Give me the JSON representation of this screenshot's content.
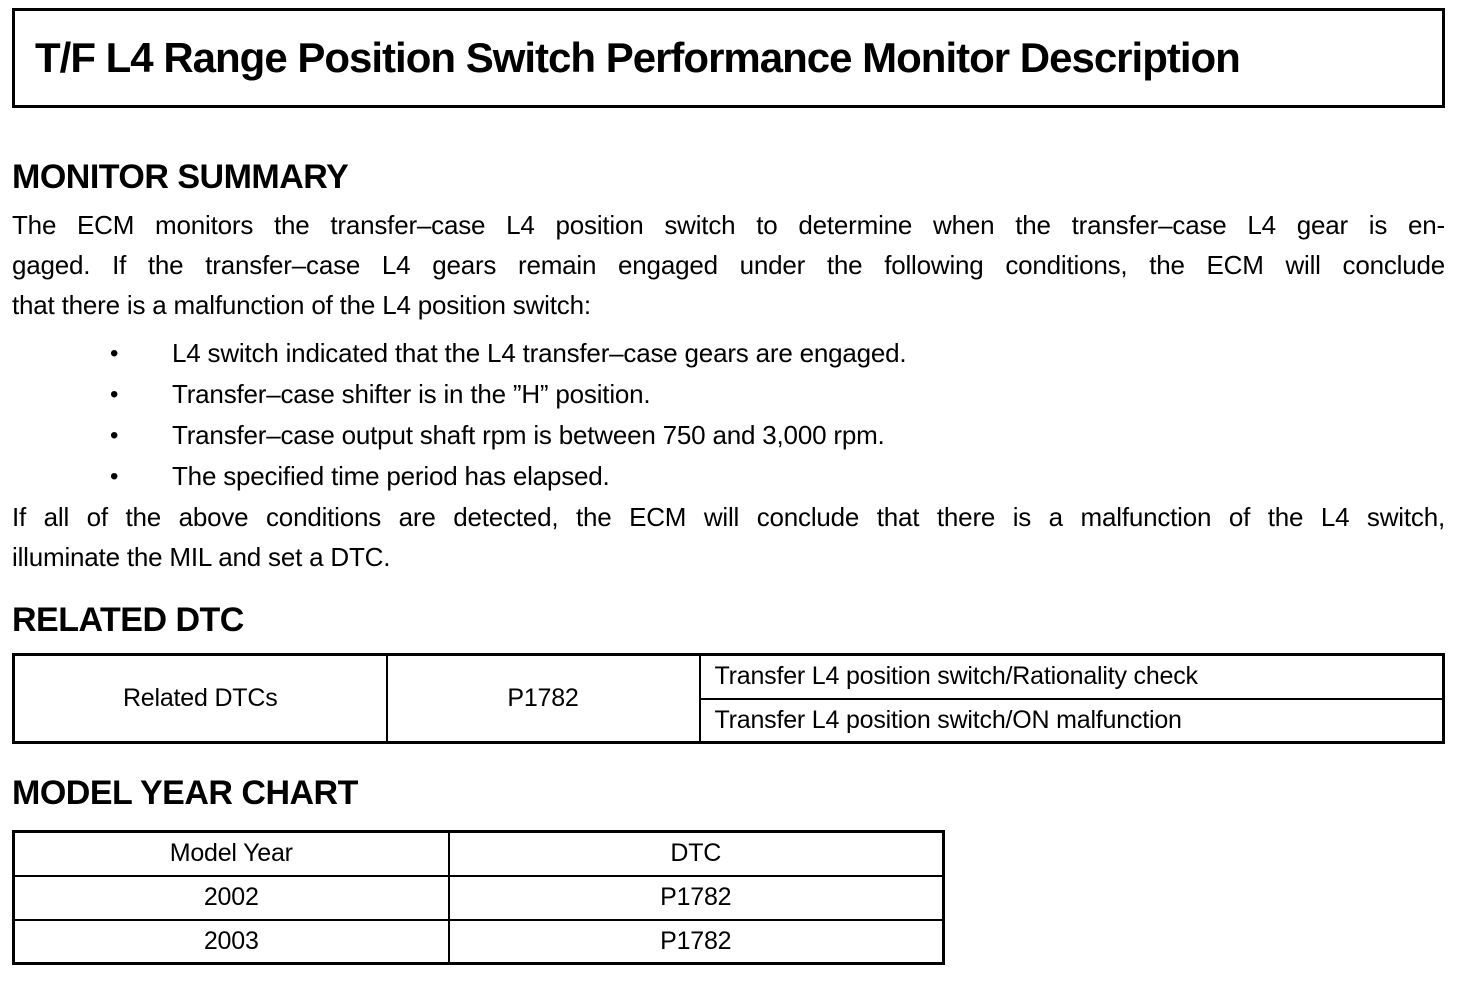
{
  "colors": {
    "ink": "#000000",
    "background": "#ffffff",
    "table_border": "#000000"
  },
  "title": "T/F L4 Range Position Switch Performance Monitor Description",
  "monitor_summary": {
    "heading": "MONITOR SUMMARY",
    "intro_lines": [
      "The ECM monitors the transfer–case L4 position switch to determine when the transfer–case L4 gear is en-",
      "gaged. If the transfer–case L4 gears remain engaged under the following conditions, the ECM will conclude",
      "that there is a malfunction of the L4 position switch:"
    ],
    "bullet_glyph": "•",
    "bullets": [
      "L4 switch indicated that the L4 transfer–case gears are engaged.",
      "Transfer–case shifter is in the ”H” position.",
      "Transfer–case output shaft rpm is between 750 and 3,000 rpm.",
      "The specified time period has elapsed."
    ],
    "conclusion_lines": [
      "If all of the above conditions are detected, the ECM will conclude that there is a malfunction of the L4 switch,",
      "illuminate the MIL and set a DTC."
    ]
  },
  "related_dtc": {
    "heading": "RELATED DTC",
    "table": {
      "row_label": "Related DTCs",
      "code": "P1782",
      "descriptions": [
        "Transfer L4 position switch/Rationality check",
        "Transfer L4 position switch/ON malfunction"
      ]
    }
  },
  "model_year_chart": {
    "heading": "MODEL YEAR CHART",
    "table": {
      "headers": [
        "Model Year",
        "DTC"
      ],
      "rows": [
        [
          "2002",
          "P1782"
        ],
        [
          "2003",
          "P1782"
        ]
      ]
    }
  }
}
